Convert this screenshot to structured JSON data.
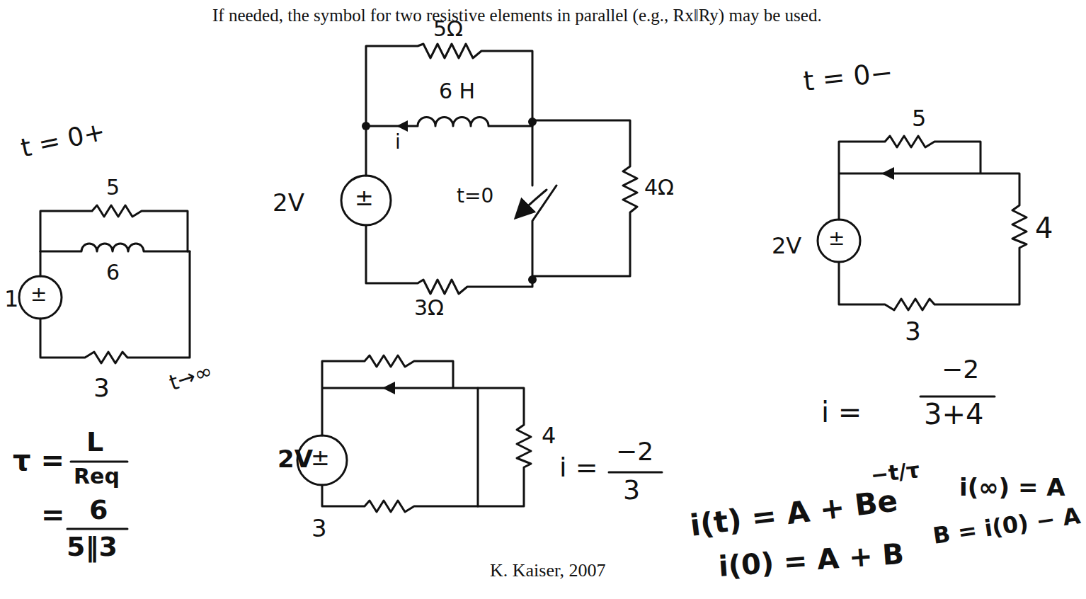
{
  "diagram": {
    "labels": [
      "If needed, the symbol for two resistive elements in parallel (e.g., Rx‖Ry) may be used.",
      "5Ω",
      "6 H",
      "i",
      "2V",
      "±",
      "t=0",
      "4Ω",
      "3Ω",
      "t = 0+",
      "5",
      "6",
      "1",
      "±",
      "3",
      "t→∞",
      "τ =",
      "L",
      "Req",
      "=",
      "6",
      "5‖3",
      "2V",
      "±",
      "4",
      "3",
      "i =",
      "−2",
      "3",
      "K. Kaiser, 2007",
      "t = 0−",
      "5",
      "2V",
      "±",
      "4",
      "3",
      "i =",
      "−2",
      "3+4",
      "i(t) = A + Be",
      "−t/τ",
      "i(0) = A + B",
      "i(∞) = A",
      "B = i(0) − A"
    ]
  }
}
